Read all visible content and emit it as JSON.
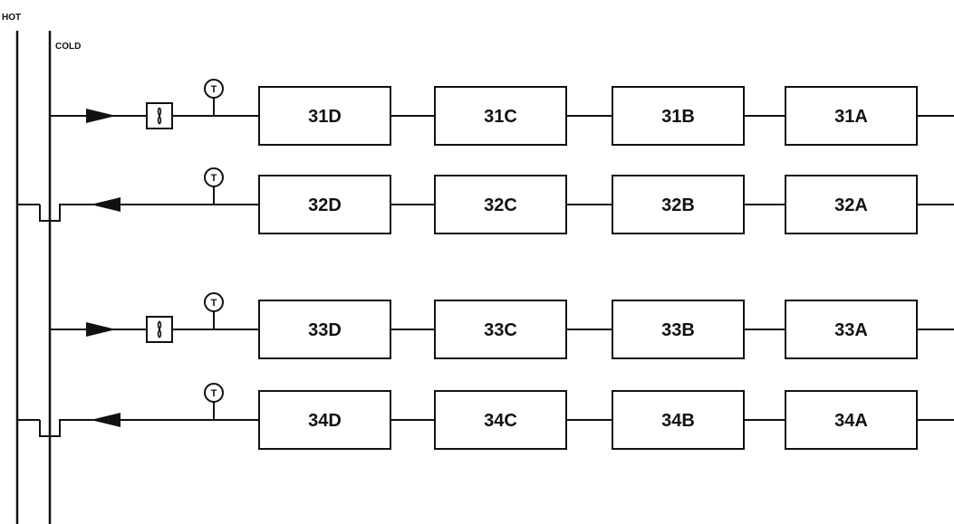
{
  "header": {
    "hot_label": "HOT",
    "cold_label": "COLD"
  },
  "gauge": {
    "symbol": "T"
  },
  "circuits": [
    {
      "id": "31",
      "flow": "supply",
      "has_valve": true,
      "units": [
        "31D",
        "31C",
        "31B",
        "31A"
      ]
    },
    {
      "id": "32",
      "flow": "return",
      "has_valve": false,
      "units": [
        "32D",
        "32C",
        "32B",
        "32A"
      ]
    },
    {
      "id": "33",
      "flow": "supply",
      "has_valve": true,
      "units": [
        "33D",
        "33C",
        "33B",
        "33A"
      ]
    },
    {
      "id": "34",
      "flow": "return",
      "has_valve": false,
      "units": [
        "34D",
        "34C",
        "34B",
        "34A"
      ]
    }
  ],
  "colors": {
    "line": "#111111",
    "background": "#ffffff"
  }
}
